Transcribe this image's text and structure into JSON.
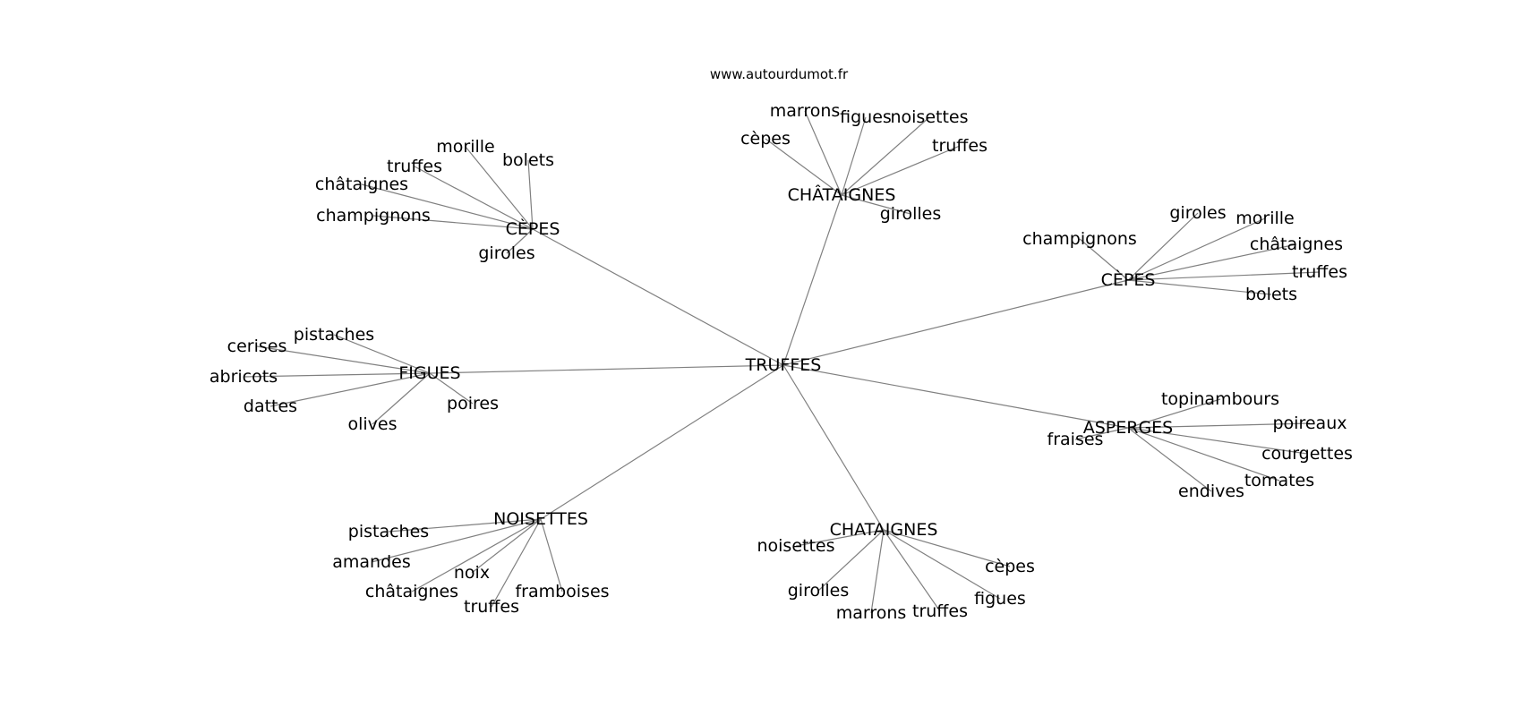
{
  "source": "www.autourdumot.fr",
  "root": "TRUFFES",
  "branches": [
    {
      "label": "CÈPES",
      "children": [
        "champignons",
        "châtaignes",
        "truffes",
        "morille",
        "bolets",
        "giroles"
      ]
    },
    {
      "label": "CHÂTAIGNES",
      "children": [
        "cèpes",
        "marrons",
        "figues",
        "noisettes",
        "truffes",
        "girolles"
      ]
    },
    {
      "label": "CÈPES",
      "children": [
        "champignons",
        "giroles",
        "morille",
        "châtaignes",
        "truffes",
        "bolets"
      ]
    },
    {
      "label": "FIGUES",
      "children": [
        "cerises",
        "pistaches",
        "abricots",
        "dattes",
        "olives",
        "poires"
      ]
    },
    {
      "label": "ASPERGES",
      "children": [
        "fraises",
        "topinambours",
        "poireaux",
        "courgettes",
        "tomates",
        "endives"
      ]
    },
    {
      "label": "NOISETTES",
      "children": [
        "pistaches",
        "amandes",
        "châtaignes",
        "noix",
        "truffes",
        "framboises"
      ]
    },
    {
      "label": "CHATAIGNES",
      "children": [
        "noisettes",
        "girolles",
        "marrons",
        "truffes",
        "figues",
        "cèpes"
      ]
    }
  ]
}
